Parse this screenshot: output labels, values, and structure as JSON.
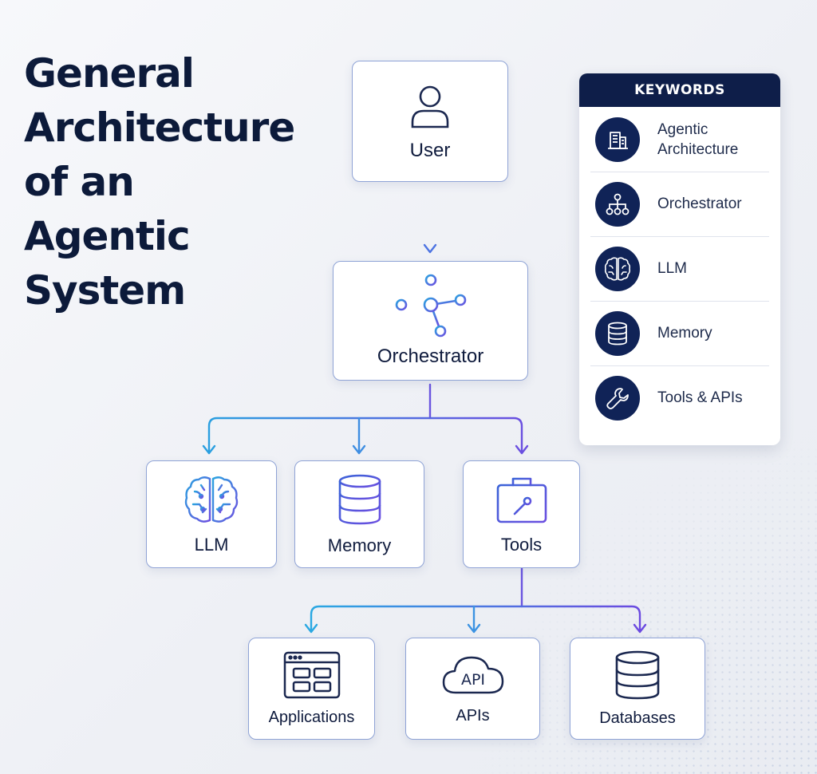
{
  "title": {
    "lines": [
      "General",
      "Architecture",
      "of an",
      "Agentic System"
    ]
  },
  "nodes": {
    "user": {
      "label": "User",
      "icon": "user-icon"
    },
    "orchestrator": {
      "label": "Orchestrator",
      "icon": "network-hub-icon"
    },
    "llm": {
      "label": "LLM",
      "icon": "brain-icon"
    },
    "memory": {
      "label": "Memory",
      "icon": "database-stack-icon"
    },
    "tools": {
      "label": "Tools",
      "icon": "toolbox-wrench-icon"
    },
    "applications": {
      "label": "Applications",
      "icon": "app-window-icon"
    },
    "apis": {
      "label": "APIs",
      "icon": "api-cloud-icon"
    },
    "databases": {
      "label": "Databases",
      "icon": "database-icon"
    }
  },
  "edges": [
    {
      "from": "User",
      "to": "Orchestrator"
    },
    {
      "from": "Orchestrator",
      "to": "LLM"
    },
    {
      "from": "Orchestrator",
      "to": "Memory"
    },
    {
      "from": "Orchestrator",
      "to": "Tools"
    },
    {
      "from": "Tools",
      "to": "Applications"
    },
    {
      "from": "Tools",
      "to": "APIs"
    },
    {
      "from": "Tools",
      "to": "Databases"
    }
  ],
  "keywords": {
    "header": "KEYWORDS",
    "items": [
      {
        "label": "Agentic Architecture",
        "icon": "building-icon"
      },
      {
        "label": "Orchestrator",
        "icon": "hierarchy-icon"
      },
      {
        "label": "LLM",
        "icon": "brain-icon"
      },
      {
        "label": "Memory",
        "icon": "database-icon"
      },
      {
        "label": "Tools & APIs",
        "icon": "wrench-icon"
      }
    ]
  },
  "colors": {
    "navy": "#0e1e49",
    "gradient_blue": "#2aa3e0",
    "gradient_purple": "#6b4fe0",
    "node_border": "#8fa3d6"
  }
}
